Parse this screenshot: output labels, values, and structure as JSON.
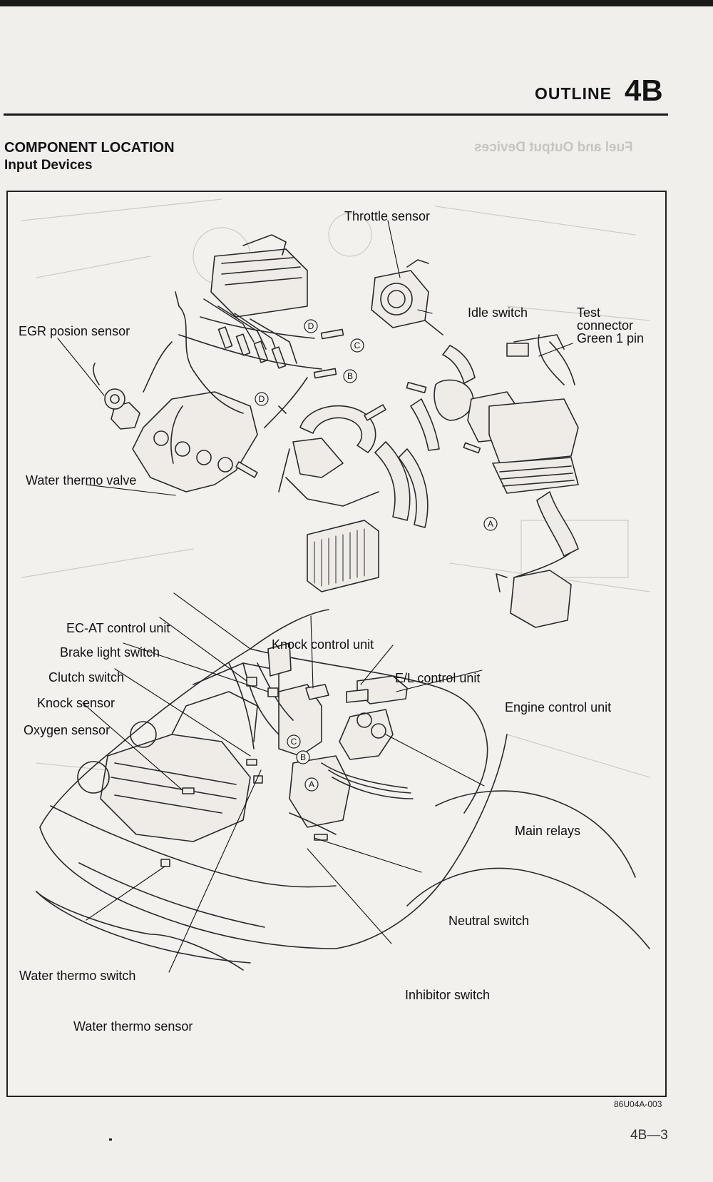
{
  "header": {
    "section": "OUTLINE",
    "chapter": "4B"
  },
  "headings": {
    "title": "COMPONENT LOCATION",
    "subtitle": "Input Devices"
  },
  "figure": {
    "labels": {
      "throttle_sensor": "Throttle sensor",
      "idle_switch": "Idle switch",
      "test_connector": "Test\nconnector\nGreen 1 pin",
      "egr_position_sensor": "EGR posion sensor",
      "water_thermo_valve": "Water thermo valve",
      "ec_at_control_unit": "EC-AT control unit",
      "brake_light_switch": "Brake light switch",
      "clutch_switch": "Clutch switch",
      "knock_sensor": "Knock sensor",
      "oxygen_sensor": "Oxygen sensor",
      "knock_control_unit": "Knock control unit",
      "el_control_unit": "E/L control unit",
      "engine_control_unit": "Engine control unit",
      "main_relays": "Main relays",
      "neutral_switch": "Neutral switch",
      "inhibitor_switch": "Inhibitor switch",
      "water_thermo_switch": "Water thermo switch",
      "water_thermo_sensor": "Water thermo sensor"
    },
    "callouts": [
      "A",
      "B",
      "C",
      "D"
    ],
    "id": "86U04A-003"
  },
  "footer": {
    "page": "4B—3"
  }
}
